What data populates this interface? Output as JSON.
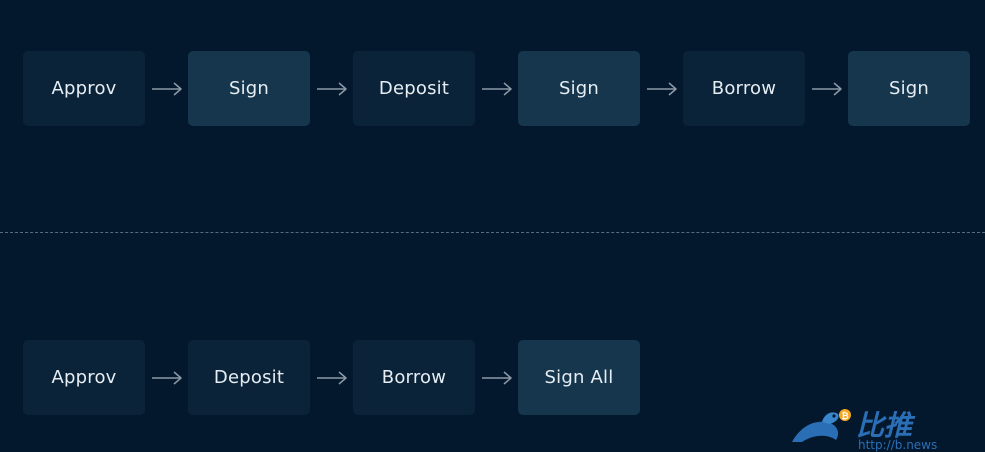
{
  "diagram": {
    "top_flow": [
      {
        "label": "Approv",
        "style": "dark"
      },
      {
        "label": "Sign",
        "style": "light"
      },
      {
        "label": "Deposit",
        "style": "dark"
      },
      {
        "label": "Sign",
        "style": "light"
      },
      {
        "label": "Borrow",
        "style": "dark"
      },
      {
        "label": "Sign",
        "style": "light"
      }
    ],
    "bottom_flow": [
      {
        "label": "Approv",
        "style": "dark"
      },
      {
        "label": "Deposit",
        "style": "dark"
      },
      {
        "label": "Borrow",
        "style": "dark"
      },
      {
        "label": "Sign All",
        "style": "light"
      }
    ]
  },
  "colors": {
    "background": "#04182d",
    "step_dark": "#0a2338",
    "step_light": "#15364d",
    "text": "#e6edf3",
    "arrow": "#8c99a6",
    "divider": "#5a6b7b",
    "watermark": "#2a6fb6"
  },
  "watermark": {
    "text": "比推",
    "subtext": "http://b.news",
    "icon": "bird-bitcoin-icon"
  }
}
